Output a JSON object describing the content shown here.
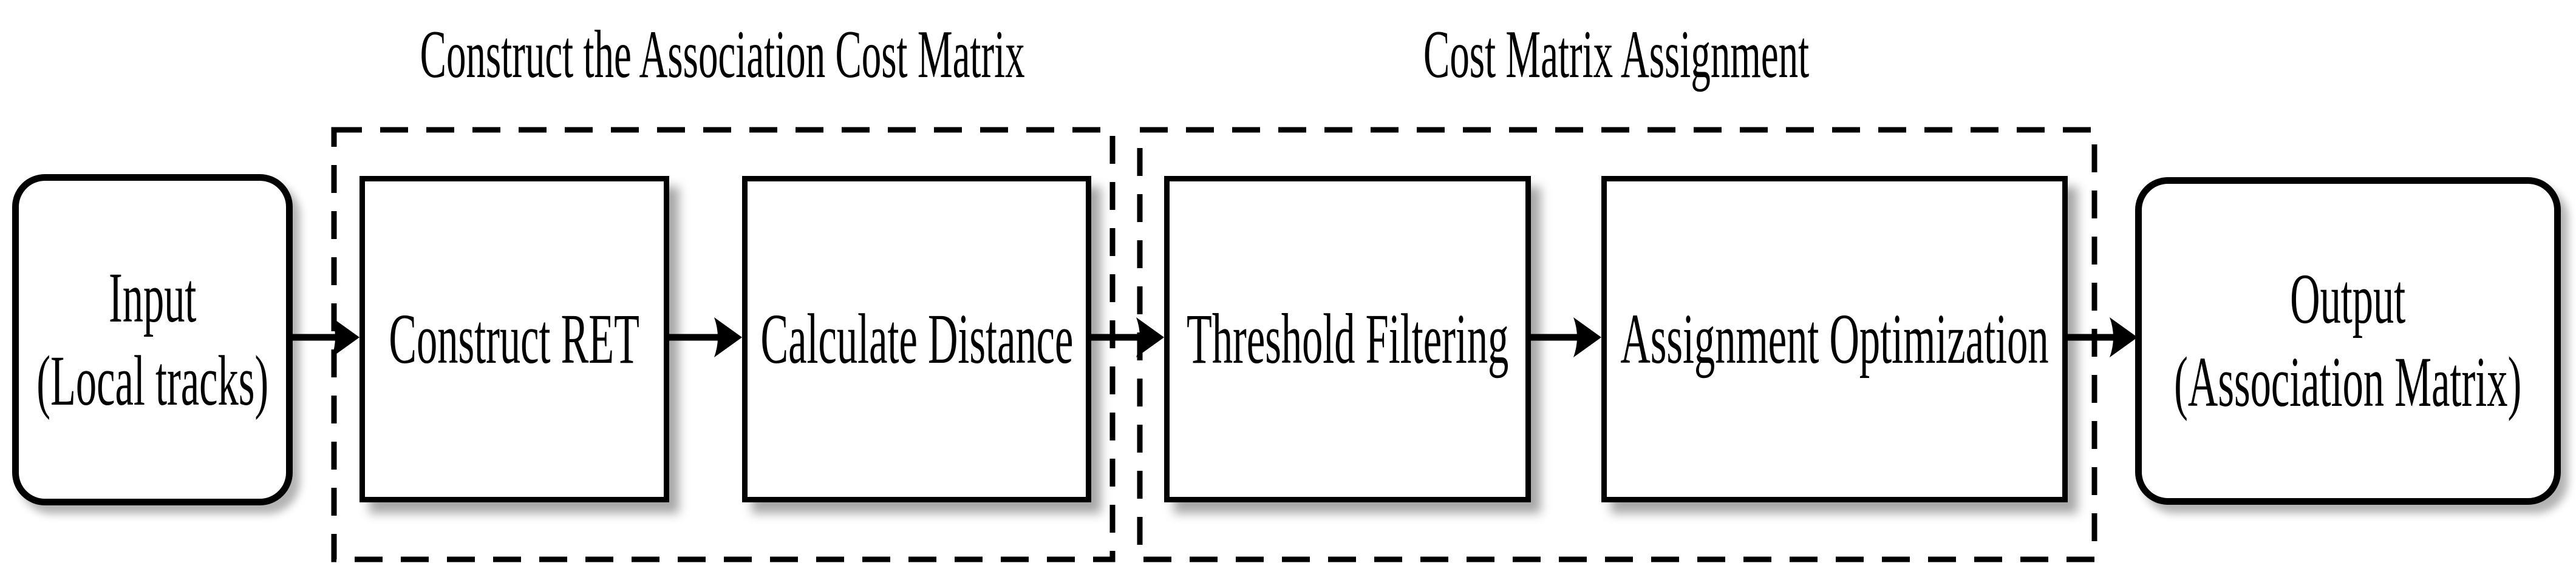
{
  "figure": {
    "background_color": "#ffffff",
    "ink_color": "#000000",
    "group_titles": [
      {
        "title": "Construct the Association Cost Matrix"
      },
      {
        "title": "Cost Matrix Assignment"
      }
    ],
    "nodes": {
      "input": {
        "line1": "Input",
        "line2": "(Local tracks)"
      },
      "construct_ret": {
        "label": "Construct RET"
      },
      "calculate_distance": {
        "label": "Calculate Distance"
      },
      "threshold_filtering": {
        "label": "Threshold Filtering"
      },
      "assignment_optimization": {
        "label": "Assignment Optimization"
      },
      "output": {
        "line1": "Output",
        "line2": "(Association Matrix)"
      }
    }
  }
}
